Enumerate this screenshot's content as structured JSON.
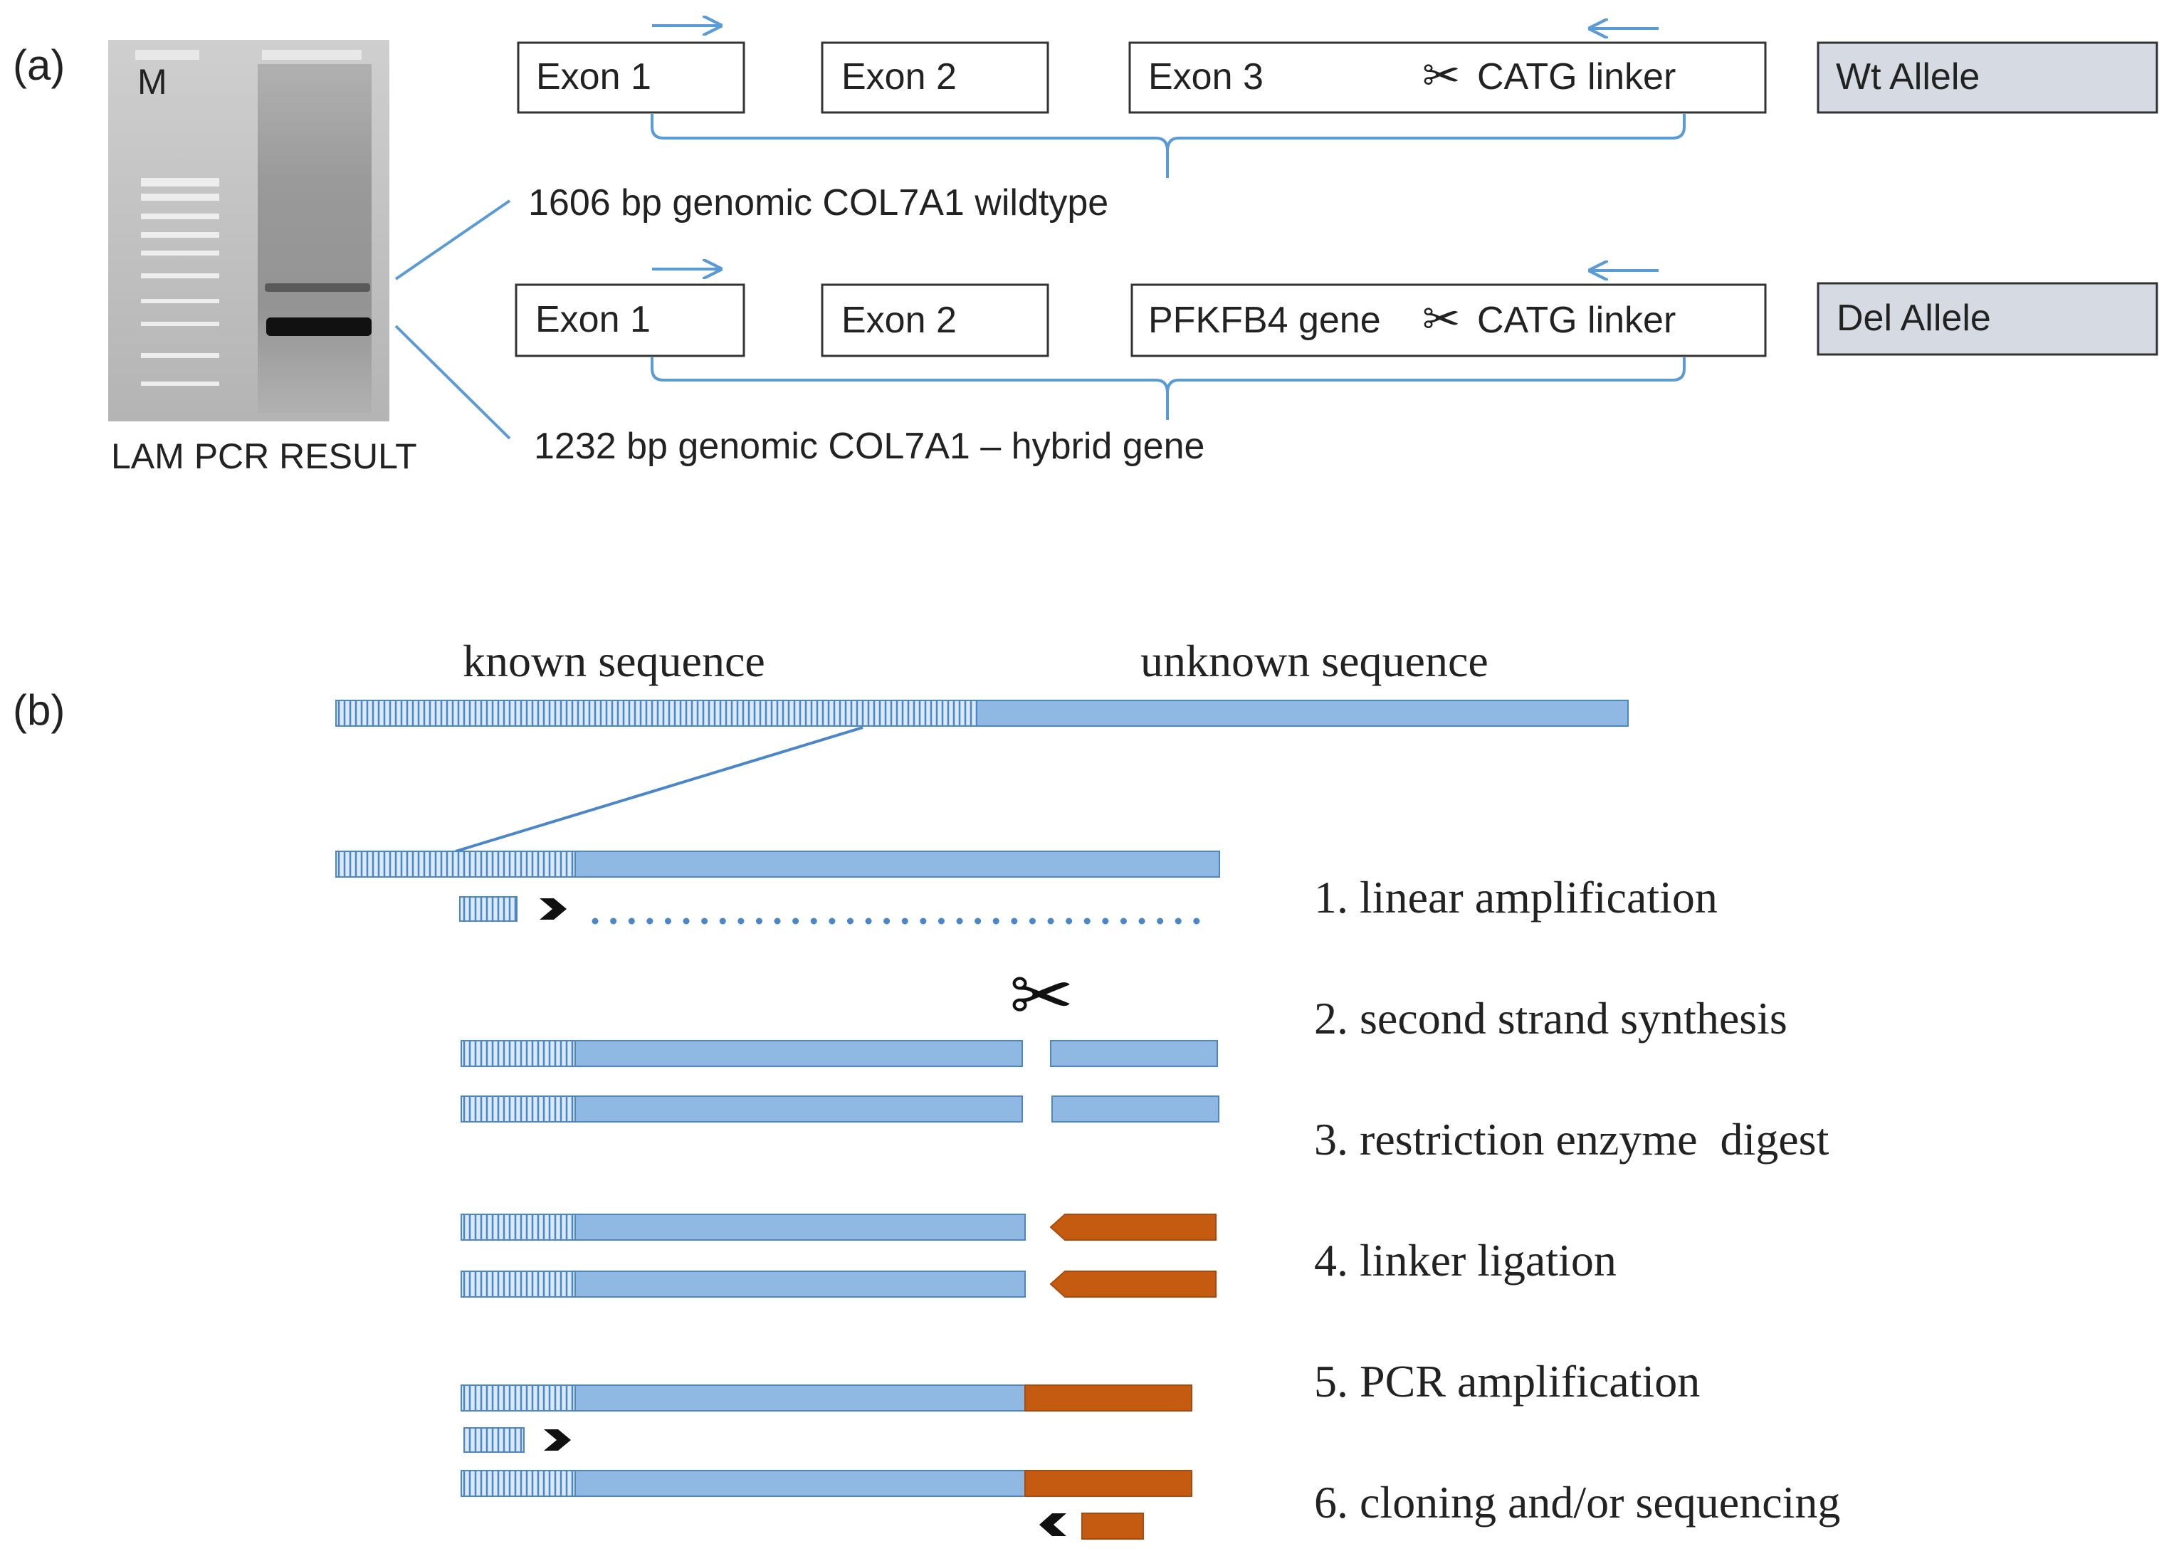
{
  "panel_a": {
    "label": "(a)",
    "gel": {
      "marker_label": "M",
      "caption": "LAM PCR RESULT"
    },
    "wt_row": {
      "box1": "Exon 1",
      "box2": "Exon 2",
      "box3_left": "Exon 3",
      "box3_right": "CATG linker",
      "allele": "Wt Allele",
      "size_label": "1606 bp genomic COL7A1 wildtype"
    },
    "del_row": {
      "box1": "Exon 1",
      "box2": "Exon 2",
      "box3_left": "PFKFB4 gene",
      "box3_right": "CATG linker",
      "allele": "Del Allele",
      "size_label": "1232 bp genomic COL7A1 – hybrid gene"
    }
  },
  "panel_b": {
    "label": "(b)",
    "known_label": "known sequence",
    "unknown_label": "unknown sequence",
    "steps": [
      "1. linear amplification",
      "2. second strand synthesis",
      "3. restriction enzyme  digest",
      "4. linker ligation",
      "5. PCR amplification",
      "6. cloning and/or sequencing"
    ]
  },
  "colors": {
    "blue": "#8fb9e3",
    "blue_stroke": "#4a86c8",
    "primer_blue": "#5b9bd5",
    "orange": "#c55a11",
    "allele_fill": "#d5dae3"
  }
}
